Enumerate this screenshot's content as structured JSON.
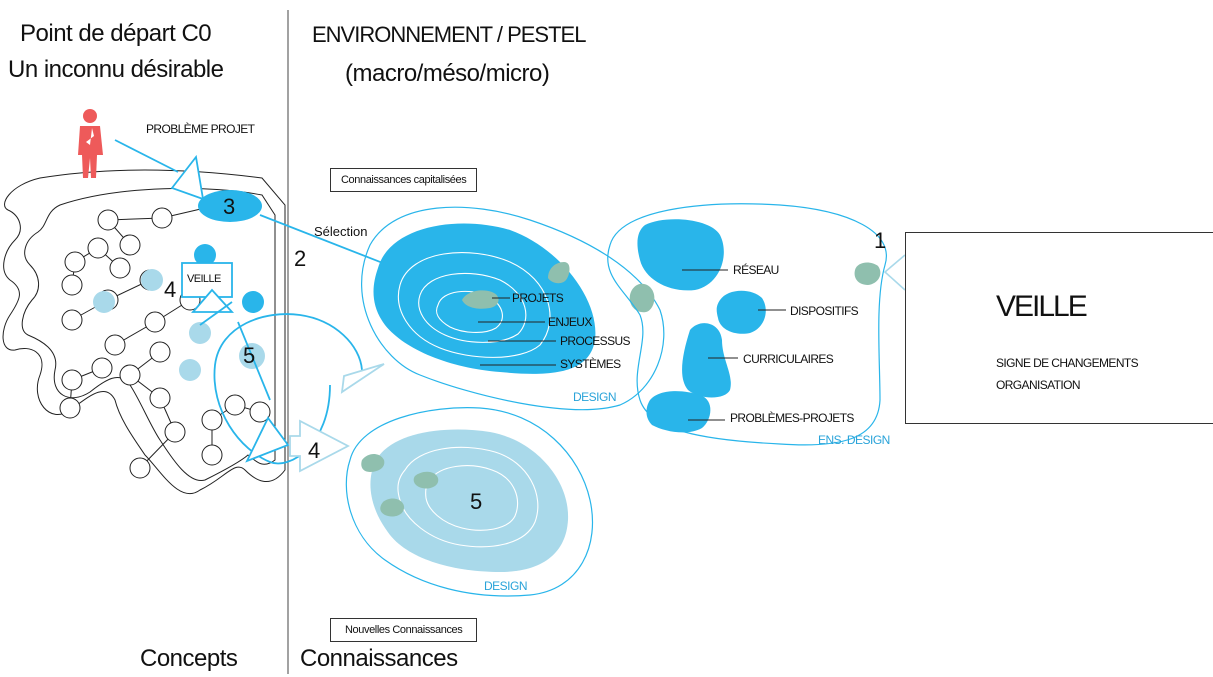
{
  "titles": {
    "start_line1": "Point de départ C0",
    "start_line2": "Un inconnu désirable",
    "env_line1": "ENVIRONNEMENT / PESTEL",
    "env_line2": "(macro/méso/micro)"
  },
  "bottom": {
    "concepts": "Concepts",
    "connaissances": "Connaissances"
  },
  "labels": {
    "probleme_projet": "PROBLÈME PROJET",
    "veille_small": "VEILLE",
    "connaissances_capitalisees": "Connaissances capitalisées",
    "nouvelles_connaissances": "Nouvelles Connaissances",
    "selection": "Sélection",
    "projets": "PROJETS",
    "enjeux": "ENJEUX",
    "processus": "PROCESSUS",
    "systemes": "SYSTÈMES",
    "design_top": "DESIGN",
    "design_bottom": "DESIGN",
    "reseau": "RÉSEAU",
    "dispositifs": "DISPOSITIFS",
    "curriculaires": "CURRICULAIRES",
    "problemes_projets": "PROBLÈMES-PROJETS",
    "ens_design": "ENS. DESIGN",
    "veille_big": "VEILLE",
    "signe_line1": "SIGNE DE CHANGEMENTS",
    "signe_line2": "ORGANISATION"
  },
  "numbers": {
    "n1": "1",
    "n2": "2",
    "n3": "3",
    "n4a": "4",
    "n4b": "4",
    "n5a": "5",
    "n5b": "5"
  },
  "colors": {
    "blue": "#29b5ea",
    "light_blue": "#a9d9ea",
    "teal": "#8fbfae",
    "person_red": "#ee5a5a",
    "person_teal": "#2a9d86",
    "gray": "#8a8a8a"
  },
  "icons": {
    "problem_person": "person-thinking-icon",
    "veille_person": "person-with-phone-icon",
    "network": "network-gear-icon"
  }
}
